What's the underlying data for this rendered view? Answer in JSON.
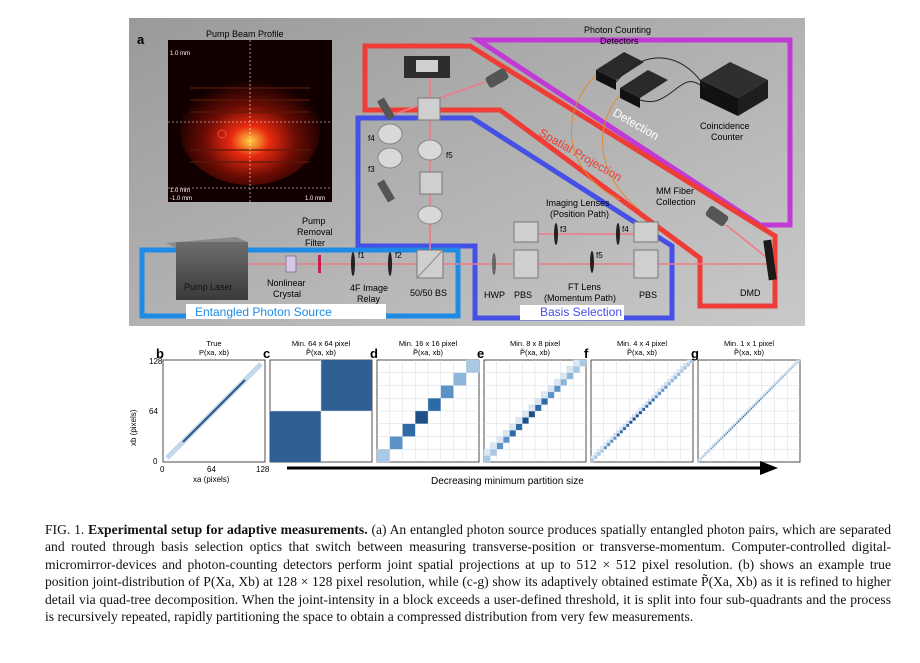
{
  "panel_a": {
    "letter": "a",
    "beam": {
      "title": "Pump Beam Profile",
      "tick_top": "1.0 mm",
      "tick_left_upper": "1.0 mm",
      "tick_left_lower": "-1.0 mm",
      "tick_right": "1.0 mm"
    },
    "labels": {
      "pump_laser": "Pump Laser",
      "nonlinear_crystal": "Nonlinear Crystal",
      "pump_removal_filter": "Pump Removal Filter",
      "relay": "4F Image Relay",
      "bs": "50/50 BS",
      "hwp": "HWP",
      "pbs1": "PBS",
      "pbs2": "PBS",
      "imaging_lenses": "Imaging Lenses",
      "position_path": "(Position Path)",
      "ft_lens": "FT Lens",
      "momentum_path": "(Momentum Path)",
      "dmd": "DMD",
      "mm_fiber": "MM Fiber",
      "collection": "Collection",
      "photon_counting": "Photon Counting",
      "detectors": "Detectors",
      "coincidence": "Coincidence",
      "counter": "Counter",
      "f1": "f1",
      "f2": "f2",
      "f3": "f3",
      "f4": "f4",
      "f5": "f5"
    },
    "regions": {
      "source": "Entangled Photon Source",
      "basis": "Basis Selection",
      "spatial": "Spatial Projection",
      "detection": "Detection"
    }
  },
  "panels": [
    {
      "letter": "b",
      "title": "True",
      "sub": "P(xa, xb)",
      "blocks": 0
    },
    {
      "letter": "c",
      "title": "Min. 64 x 64 pixel",
      "sub": "P̃(xa, xb)",
      "blocks": 2
    },
    {
      "letter": "d",
      "title": "Min. 16 x 16 pixel",
      "sub": "P̃(xa, xb)",
      "blocks": 8
    },
    {
      "letter": "e",
      "title": "Min. 8 x 8 pixel",
      "sub": "P̃(xa, xb)",
      "blocks": 16
    },
    {
      "letter": "f",
      "title": "Min. 4 x 4 pixel",
      "sub": "P̃(xa, xb)",
      "blocks": 32
    },
    {
      "letter": "g",
      "title": "Min. 1 x 1 pixel",
      "sub": "P̃(xa, xb)",
      "blocks": 64
    }
  ],
  "axes": {
    "y_label": "xb (pixels)",
    "x_label": "xa (pixels)",
    "ticks": [
      "0",
      "64",
      "128"
    ],
    "arrow_label": "Decreasing minimum partition size"
  },
  "caption": {
    "prefix": "FIG. 1.",
    "bold": "Experimental setup for adaptive measurements.",
    "body": "(a) An entangled photon source produces spatially entangled photon pairs, which are separated and routed through basis selection optics that switch between measuring transverse-position or transverse-momentum. Computer-controlled digital-micromirror-devices and photon-counting detectors perform joint spatial projections at up to 512 × 512 pixel resolution. (b) shows an example true position joint-distribution of P(Xa, Xb) at 128 × 128 pixel resolution, while (c-g) show its adaptively obtained estimate P̃(Xa, Xb) as it is refined to higher detail via quad-tree decomposition. When the joint-intensity in a block exceeds a user-defined threshold, it is split into four sub-quadrants and the process is recursively repeated, rapidly partitioning the space to obtain a compressed distribution from very few measurements."
  },
  "colors": {
    "source_blue": "#1e8be6",
    "basis_blue": "#4450e6",
    "spatial_red": "#ee3d36",
    "detection_purple": "#c23ad6",
    "beam": "#f07b86",
    "heat_dark": "#2a5586"
  }
}
